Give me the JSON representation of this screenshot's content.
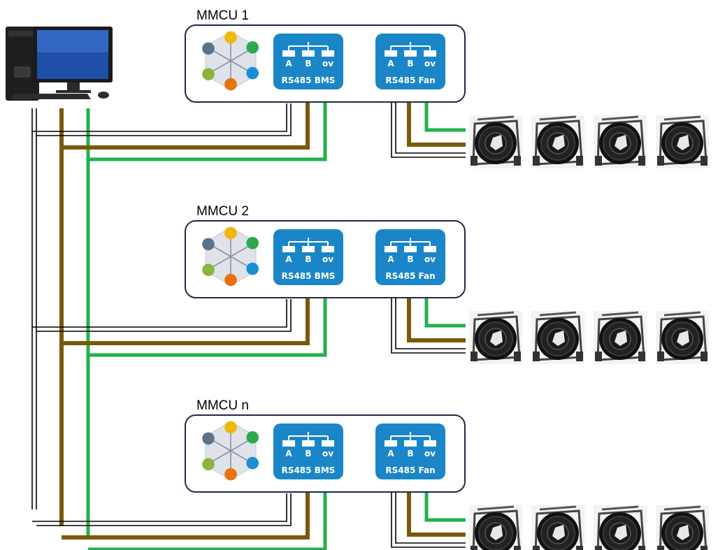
{
  "units": [
    {
      "title": "MMCU 1"
    },
    {
      "title": "MMCU 2"
    },
    {
      "title": "MMCU n"
    }
  ],
  "ports": {
    "bms": {
      "name": "RS485 BMS",
      "pins": [
        "A",
        "B",
        "ov"
      ]
    },
    "fan": {
      "name": "RS485 Fan",
      "pins": [
        "A",
        "B",
        "ov"
      ]
    }
  },
  "fans_per_unit": 4,
  "wire_colors": {
    "ground": "#000000",
    "a_line": "#7a5a0a",
    "b_line": "#22b14c"
  },
  "port_color": "#1a86c8",
  "hub_colors": [
    "#f2b705",
    "#2ea84f",
    "#1a8fd6",
    "#e8730c",
    "#8cb43c",
    "#5a7388"
  ],
  "icons": [
    "desktop-computer-icon",
    "network-hub-icon",
    "rs485-port-icon",
    "axial-fan-icon"
  ]
}
